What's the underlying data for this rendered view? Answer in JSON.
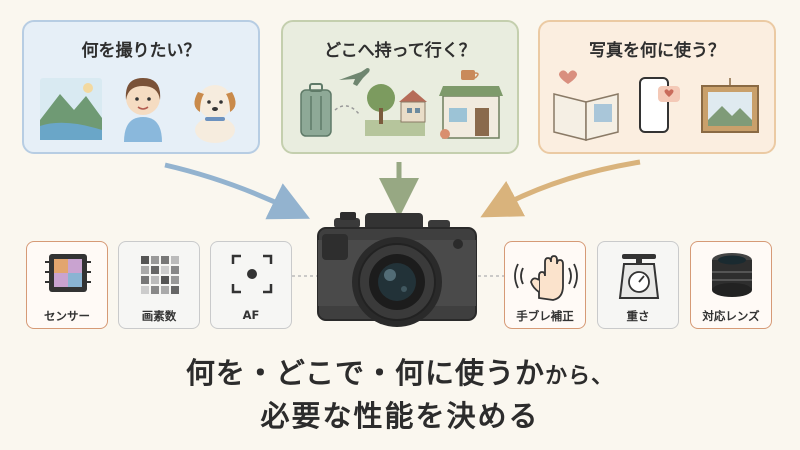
{
  "cards": {
    "what": {
      "title": "何を撮りたい？"
    },
    "where": {
      "title": "どこへ持って行く？"
    },
    "use": {
      "title": "写真を何に使う？"
    }
  },
  "features": {
    "sensor": "センサー",
    "pixels": "画素数",
    "af": "AF",
    "stabilization": "手ブレ補正",
    "weight": "重さ",
    "lens": "対応レンズ"
  },
  "headline": {
    "line1_main": "何を・どこで・何に使うか",
    "line1_small": "から、",
    "line2": "必要な性能を決める"
  },
  "colors": {
    "arrow_blue": "#93b3cf",
    "arrow_green": "#97a883",
    "arrow_gold": "#d9b37c",
    "accent_orange": "#d69a76"
  }
}
